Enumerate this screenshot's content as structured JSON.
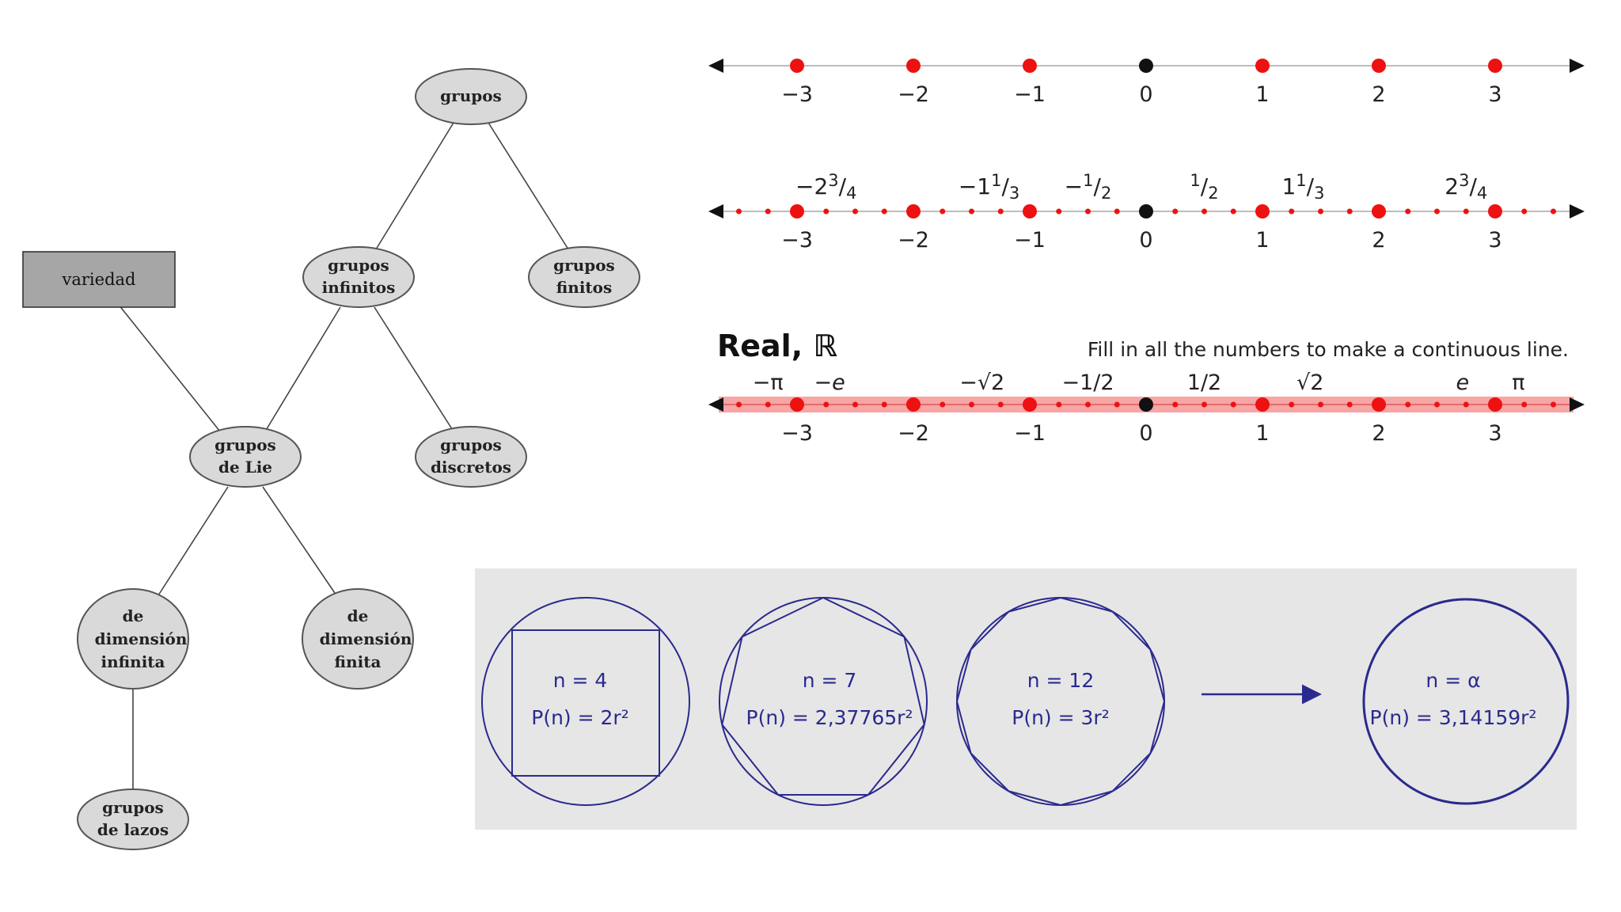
{
  "tree": {
    "root": "grupos",
    "infinitos": [
      "grupos",
      "infinitos"
    ],
    "finitos": [
      "grupos",
      "finitos"
    ],
    "lie": [
      "grupos",
      "de Lie"
    ],
    "discretos": [
      "grupos",
      "discretos"
    ],
    "dim_infinita": [
      "de",
      "dimensión",
      "infinita"
    ],
    "dim_finita": [
      "de",
      "dimensión",
      "finita"
    ],
    "lazos": [
      "grupos",
      "de lazos"
    ],
    "variedad": "variedad"
  },
  "number_lines": {
    "integers": [
      "−3",
      "−2",
      "−1",
      "0",
      "1",
      "2",
      "3"
    ],
    "fractions": [
      {
        "whole": "−2",
        "num": "3",
        "den": "4"
      },
      {
        "whole": "−1",
        "num": "1",
        "den": "3"
      },
      {
        "whole": "−",
        "num": "1",
        "den": "2"
      },
      {
        "whole": "",
        "num": "1",
        "den": "2"
      },
      {
        "whole": "1",
        "num": "1",
        "den": "3"
      },
      {
        "whole": "2",
        "num": "3",
        "den": "4"
      }
    ],
    "real_title": "Real, ℝ",
    "real_note": "Fill in all the numbers to make a continuous line.",
    "real_labels": [
      "−π",
      "−e",
      "−√2",
      "−1/2",
      "1/2",
      "√2",
      "e",
      "π"
    ],
    "colors": {
      "red": "#ee1111",
      "black": "#111111",
      "band": "#f7a5a5"
    }
  },
  "polygons": {
    "items": [
      {
        "n": "n = 4",
        "p": "P(n) = 2r²"
      },
      {
        "n": "n = 7",
        "p": "P(n) = 2,37765r²"
      },
      {
        "n": "n = 12",
        "p": "P(n) = 3r²"
      },
      {
        "n": "n = α",
        "p": "P(n) = 3,14159r²"
      }
    ],
    "colors": {
      "stroke": "#2a2a8e",
      "panel": "#e6e6e6"
    }
  }
}
